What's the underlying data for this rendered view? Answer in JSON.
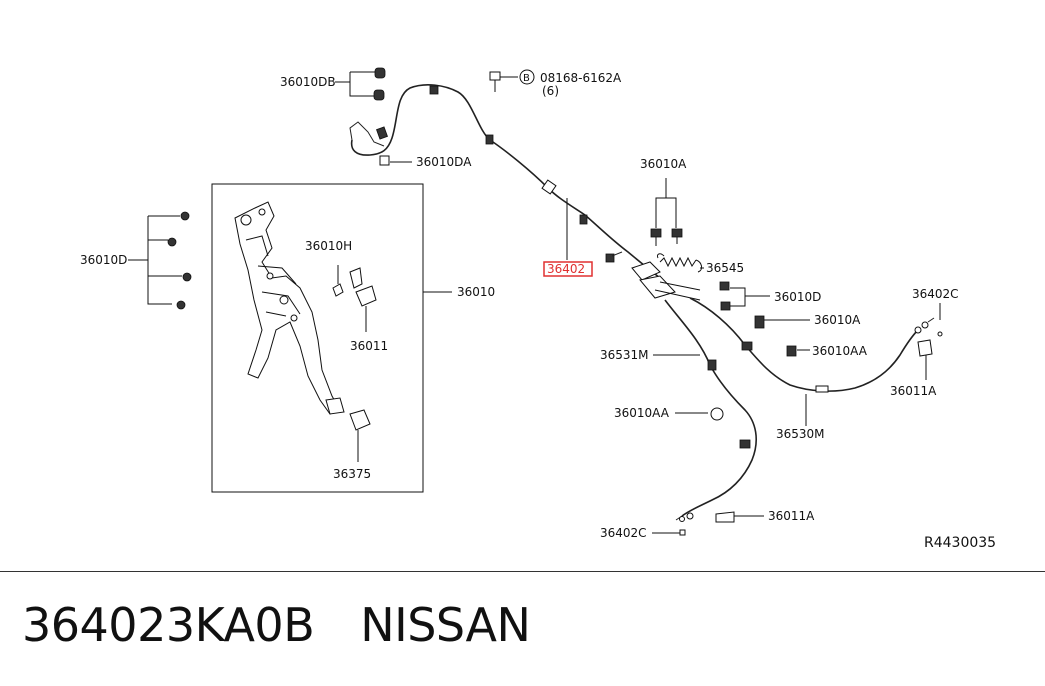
{
  "labels": {
    "l_36010db": "36010DB",
    "l_bolt": "08168-6162A",
    "l_bolt_qty": "(6)",
    "l_bolt_circle": "B",
    "l_36010da": "36010DA",
    "l_36010a_top": "36010A",
    "l_36010d_left": "36010D",
    "l_36010h": "36010H",
    "l_36011": "36011",
    "l_36010": "36010",
    "l_36375": "36375",
    "l_36402": "36402",
    "l_36545": "36545",
    "l_36010d_right": "36010D",
    "l_36010a_right": "36010A",
    "l_36402c_right": "36402C",
    "l_36531m": "36531M",
    "l_36010aa_right": "36010AA",
    "l_36011a_right": "36011A",
    "l_36010aa_left": "36010AA",
    "l_36530m": "36530M",
    "l_36402c_bottom": "36402C",
    "l_36011a_bottom": "36011A",
    "l_ref": "R4430035"
  },
  "highlight_color": "#e03030",
  "footer": {
    "part_number": "364023KA0B",
    "brand": "NISSAN"
  }
}
